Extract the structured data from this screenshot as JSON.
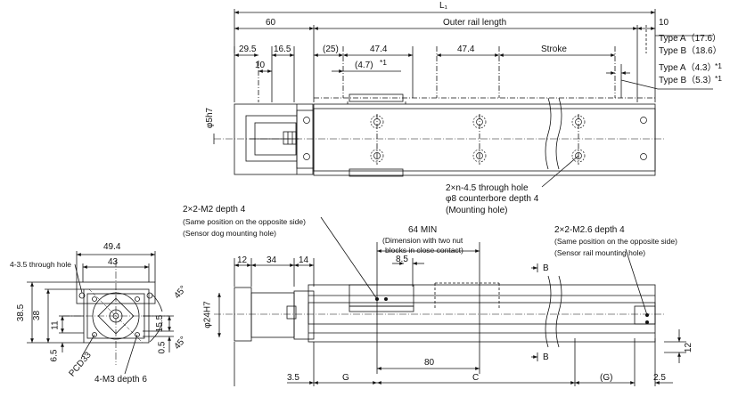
{
  "top_view": {
    "overall_length": "L₁",
    "dim_60": "60",
    "outer_rail_length": "Outer rail length",
    "dim_10": "10",
    "type_a_17_6": "Type A（17.6）",
    "type_b_18_6": "Type B（18.6）",
    "dim_29_5": "29.5",
    "dim_16_5": "16.5",
    "dim_25": "(25)",
    "dim_47_4_a": "47.4",
    "dim_47_4_b": "47.4",
    "stroke": "Stroke",
    "dim_10_small": "10",
    "dim_4_7": "(4.7)",
    "note_mark_a": "*1",
    "type_a_4_3": "Type A（4.3）",
    "type_b_5_3": "Type B（5.3）",
    "note_mark_b": "*1",
    "note_mark_c": "*1",
    "dia_5h7": "φ5h7",
    "hole_line1": "2×n-4.5 through hole",
    "hole_line2": "φ8 counterbore depth 4",
    "hole_line3": "(Mounting hole)"
  },
  "side_view": {
    "m2_title": "2×2-M2 depth 4",
    "m2_sub1": "(Same position on the opposite side)",
    "m2_sub2": "(Sensor dog mounting hole)",
    "min_64": "64 MIN",
    "min_note1": "(Dimension with two nut",
    "min_note2": "blocks in close contact)",
    "dim_8_5": "8.5",
    "m26_title": "2×2-M2.6 depth 4",
    "m26_sub1": "(Same position on the opposite side)",
    "m26_sub2": "(Sensor rail mounting hole)",
    "dim_12_a": "12",
    "dim_34": "34",
    "dim_14": "14",
    "dia_24h7": "φ24H7",
    "section_b_upper": "B",
    "section_b_lower": "B",
    "dim_80": "80",
    "dim_12_b": "12",
    "dim_3_5": "3.5",
    "dim_g": "G",
    "dim_c": "C",
    "dim_g_paren": "(G)",
    "dim_2_5": "2.5"
  },
  "end_view": {
    "dim_49_4": "49.4",
    "dim_43": "43",
    "through_hole": "4-3.5 through hole",
    "dim_38_5": "38.5",
    "dim_38": "38",
    "dim_11": "11",
    "dim_6_5": "6.5",
    "pcd": "PCD33",
    "m3": "4-M3 depth 6",
    "dim_15_5": "15.5",
    "dim_0_5": "0.5",
    "angle_45_a": "45°",
    "angle_45_b": "45°"
  }
}
